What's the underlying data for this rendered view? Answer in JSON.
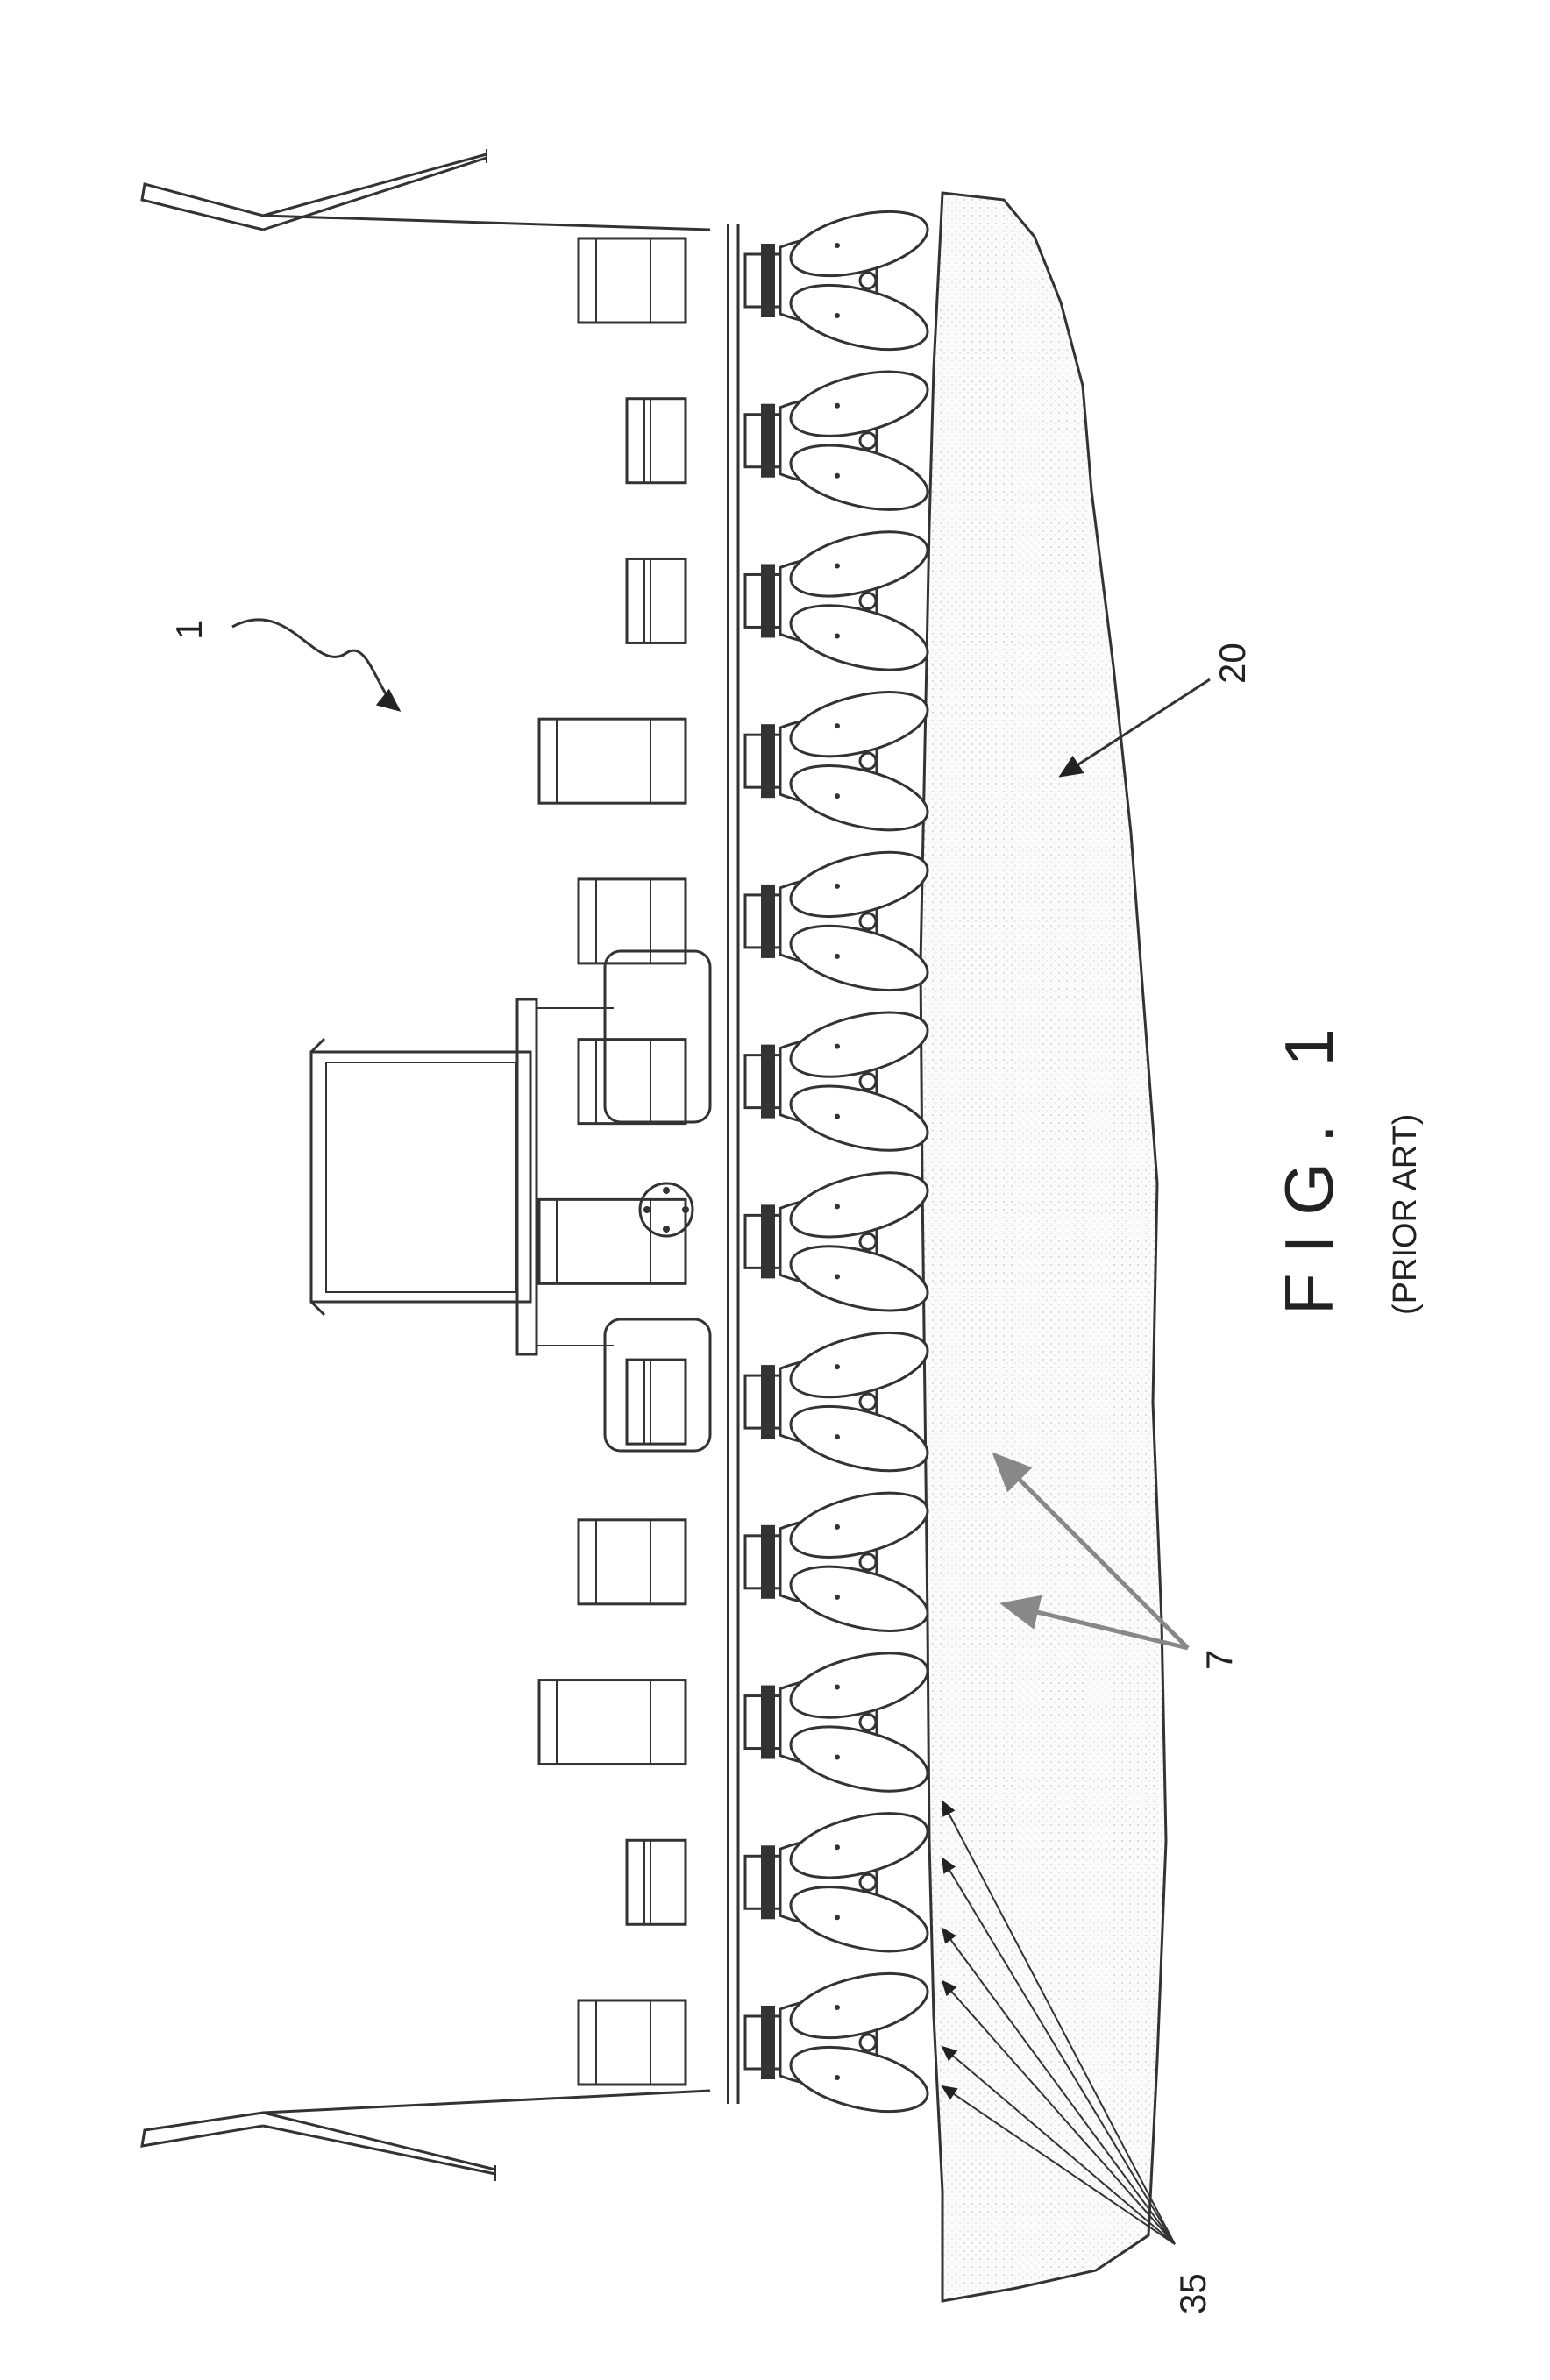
{
  "figure": {
    "title": "FIG. 1",
    "subtitle": "(PRIOR ART)"
  },
  "reference_numerals": {
    "machine": "1",
    "field": "20",
    "furrows": "7",
    "row_units": "35"
  },
  "row_unit_count": 12,
  "colors": {
    "ink": "#333333",
    "gray_arrow": "#888888",
    "stipple": "#cfcfcf"
  }
}
